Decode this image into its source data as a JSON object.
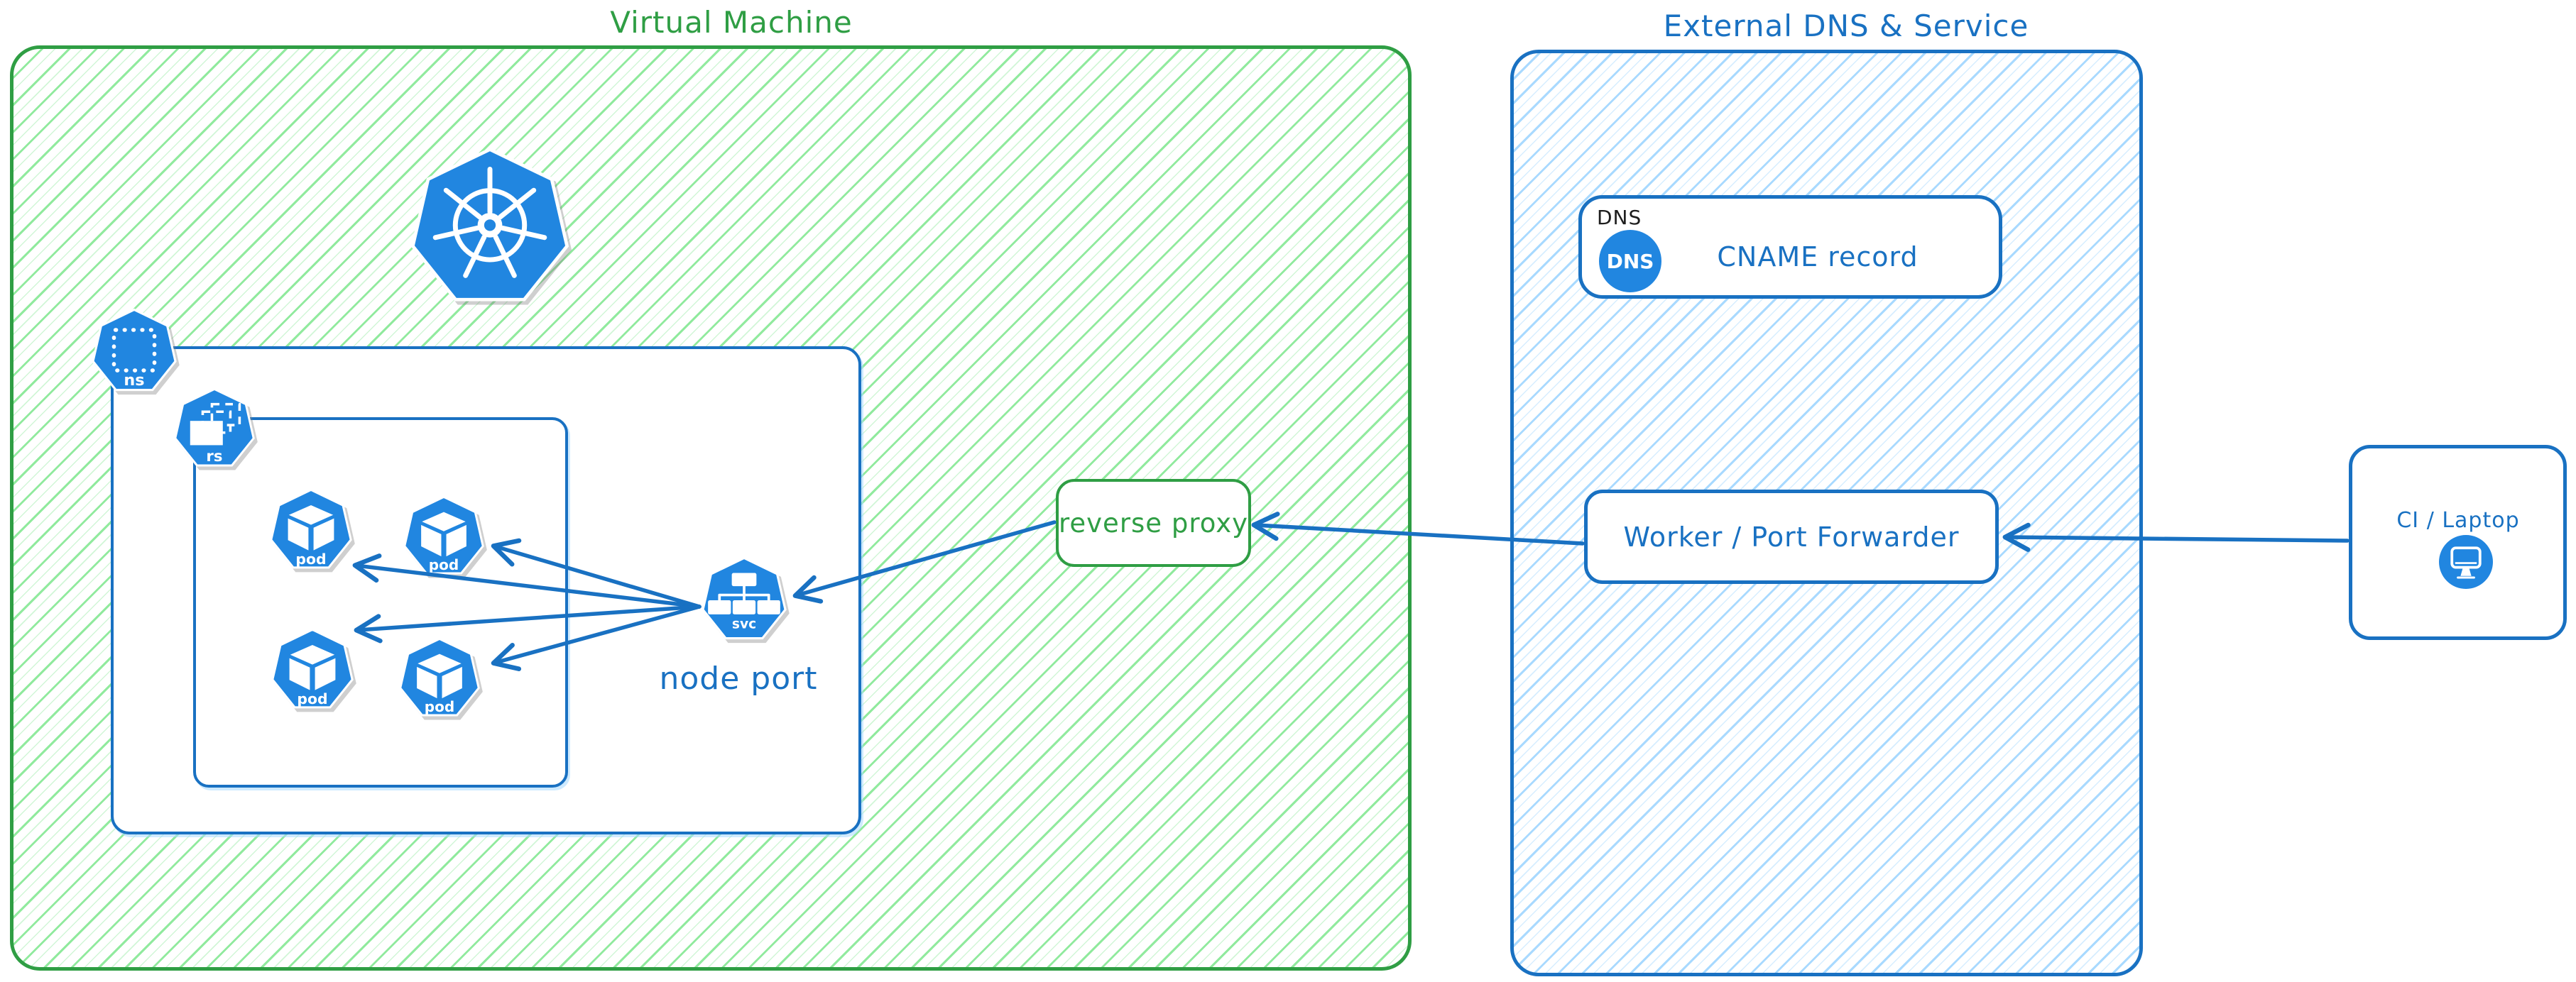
{
  "colors": {
    "green_stroke": "#2f9e44",
    "green_hatch": "#8ce99a",
    "blue_stroke": "#1971c2",
    "blue_hatch": "#a5d8ff",
    "icon_blue": "#2186e0",
    "label_black": "#1e1e1e",
    "background": "#ffffff"
  },
  "vm": {
    "title": "Virtual Machine",
    "kubernetes_logo": "kubernetes",
    "namespace_icon": {
      "label": "ns"
    },
    "replicaset_icon": {
      "label": "rs"
    },
    "pods": [
      {
        "label": "pod"
      },
      {
        "label": "pod"
      },
      {
        "label": "pod"
      },
      {
        "label": "pod"
      }
    ],
    "service_icon": {
      "label": "svc",
      "caption": "node port"
    },
    "reverse_proxy": {
      "label": "reverse proxy"
    }
  },
  "external": {
    "title": "External DNS & Service",
    "dns_card": {
      "tag": "DNS",
      "icon_label": "DNS",
      "record": "CNAME record"
    },
    "worker": {
      "label": "Worker / Port Forwarder"
    }
  },
  "ci": {
    "label": "CI / Laptop"
  },
  "connections": [
    {
      "from": "ci-laptop",
      "to": "worker-port-forwarder"
    },
    {
      "from": "worker-port-forwarder",
      "to": "reverse-proxy"
    },
    {
      "from": "reverse-proxy",
      "to": "node-port-service"
    },
    {
      "from": "node-port-service",
      "to": "pod-top-left"
    },
    {
      "from": "node-port-service",
      "to": "pod-top-right"
    },
    {
      "from": "node-port-service",
      "to": "pod-bottom-left"
    },
    {
      "from": "node-port-service",
      "to": "pod-bottom-right"
    }
  ]
}
